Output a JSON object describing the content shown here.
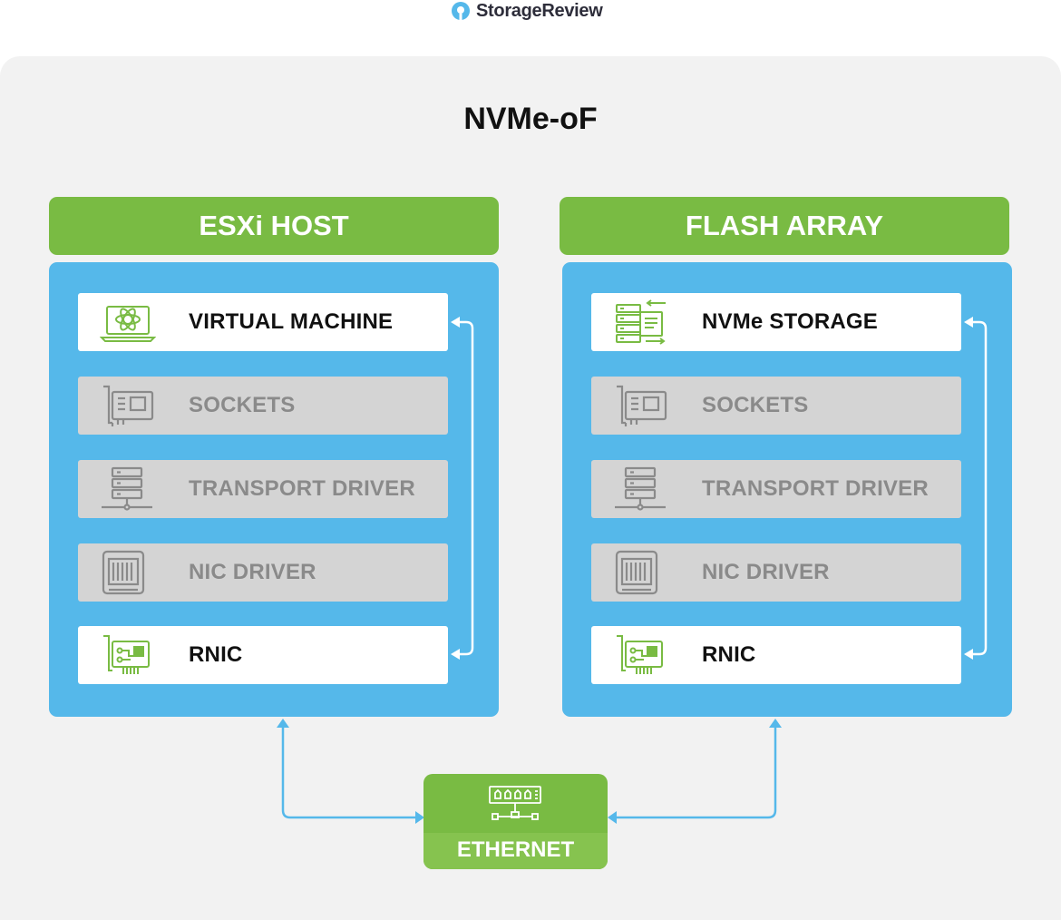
{
  "brand": {
    "name": "StorageReview",
    "logo_color": "#55b8ea"
  },
  "title": "NVMe-oF",
  "colors": {
    "green": "#79bb43",
    "blue": "#55b8ea",
    "inactive_bg": "#d4d4d4",
    "inactive_text": "#8a8a8a"
  },
  "left": {
    "header": "ESXi HOST",
    "layers": [
      {
        "label": "VIRTUAL MACHINE",
        "icon": "laptop-vm-icon",
        "active": true
      },
      {
        "label": "SOCKETS",
        "icon": "expansion-card-icon",
        "active": false
      },
      {
        "label": "TRANSPORT DRIVER",
        "icon": "server-network-icon",
        "active": false
      },
      {
        "label": "NIC DRIVER",
        "icon": "nic-chip-icon",
        "active": false
      },
      {
        "label": "RNIC",
        "icon": "rnic-card-icon",
        "active": true
      }
    ]
  },
  "right": {
    "header": "FLASH ARRAY",
    "layers": [
      {
        "label": "NVMe STORAGE",
        "icon": "storage-transfer-icon",
        "active": true
      },
      {
        "label": "SOCKETS",
        "icon": "expansion-card-icon",
        "active": false
      },
      {
        "label": "TRANSPORT DRIVER",
        "icon": "server-network-icon",
        "active": false
      },
      {
        "label": "NIC DRIVER",
        "icon": "nic-chip-icon",
        "active": false
      },
      {
        "label": "RNIC",
        "icon": "rnic-card-icon",
        "active": true
      }
    ]
  },
  "ethernet": {
    "label": "ETHERNET",
    "icon": "network-switch-icon"
  }
}
